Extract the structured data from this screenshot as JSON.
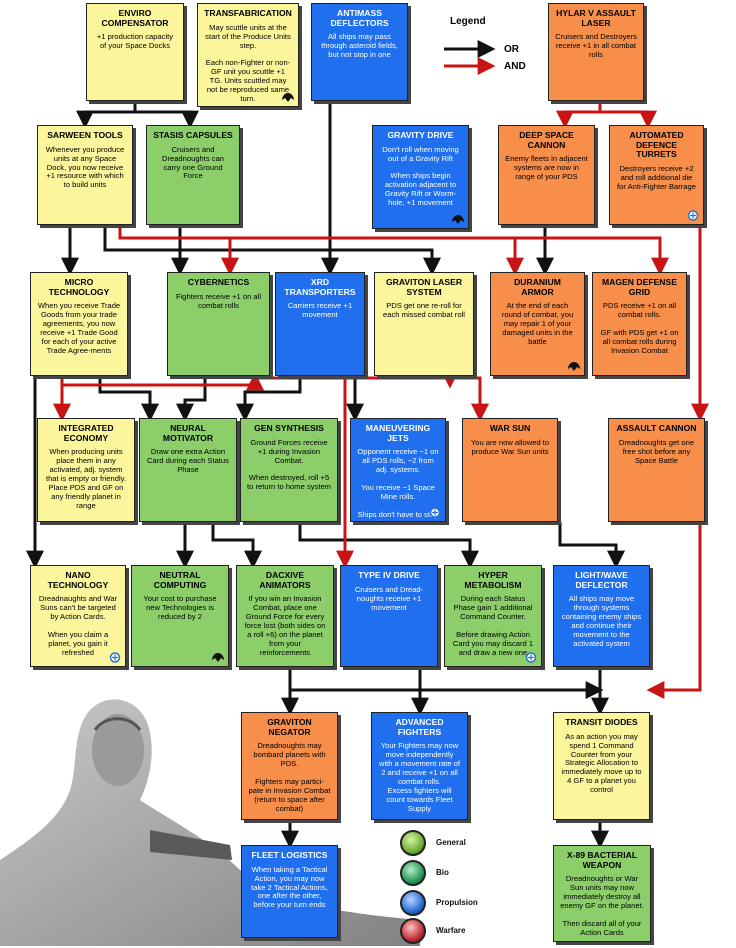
{
  "legend": {
    "title": "Legend",
    "or_label": "OR",
    "and_label": "AND"
  },
  "nodes": {
    "enviro": {
      "title": "ENVIRO COMPENSATOR",
      "body": "+1 production capacity of your Space Docks"
    },
    "transfab": {
      "title": "TRANSFABRICATION",
      "body": "May scuttle units at the start of the Produce Units step.\n\nEach non-Fighter or non-GF unit you scuttle +1 TG. Units scuttled may not be reproduced same turn."
    },
    "antimass": {
      "title": "ANTIMASS DEFLECTORS",
      "body": "All ships may pass through asteroid fields, but not stop in one"
    },
    "hylar": {
      "title": "HYLAR V ASSAULT LASER",
      "body": "Cruisers and Destroyers receive +1 in all combat rolls"
    },
    "sarween": {
      "title": "SARWEEN TOOLS",
      "body": "Whenever you produce units at any Space Dock, you now receive +1 resource with which to build units"
    },
    "stasis": {
      "title": "STASIS CAPSULES",
      "body": "Cruisers and Dreadnoughts can carry one Ground Force"
    },
    "gravdrive": {
      "title": "GRAVITY DRIVE",
      "body": "Don't roll when moving out of a Gravity Rift\n\nWhen ships begin activation adjacent to Gravity Rift or Worm-hole, +1 movement"
    },
    "deepspace": {
      "title": "DEEP SPACE CANNON",
      "body": "Enemy fleets in adjacent systems are now in range of your PDS"
    },
    "autoturrets": {
      "title": "AUTOMATED DEFENCE TURRETS",
      "body": "Destroyers receive +2 and roll additional die for Anti-Fighter Barrage"
    },
    "micro": {
      "title": "MICRO TECHNOLOGY",
      "body": "When you receive Trade Goods from your trade agreements, you now receive +1 Trade Good for each of your active Trade Agree-ments"
    },
    "cyber": {
      "title": "CYBERNETICS",
      "body": "Fighters receive +1 on all combat rolls"
    },
    "xrd": {
      "title": "XRD TRANSPORTERS",
      "body": "Carriers receive +1 movement"
    },
    "gravlaser": {
      "title": "GRAVITON LASER SYSTEM",
      "body": "PDS get one re-roll for each missed combat roll"
    },
    "duranium": {
      "title": "DURANIUM ARMOR",
      "body": "At the end of each round of combat, you may repair 1 of your damaged units in the battle"
    },
    "magen": {
      "title": "MAGEN DEFENSE GRID",
      "body": "PDS receive +1 on all combat rolls.\n\nGF with PDS get +1 on all combat rolls during Invasion Combat"
    },
    "integrated": {
      "title": "INTEGRATED ECONOMY",
      "body": "When producing units place them in any activated, adj. system that is empty or friendly. Place PDS and GF on any friendly planet in range"
    },
    "neural": {
      "title": "NEURAL MOTIVATOR",
      "body": "Draw one extra Action Card during each Status Phase"
    },
    "gensynth": {
      "title": "GEN SYNTHESIS",
      "body": "Ground Forces receive +1 during Invasion Combat.\n\nWhen destroyed, roll +5 to return to home system"
    },
    "maneuver": {
      "title": "MANEUVERING JETS",
      "body": "Opponent receive −1 on all PDS rolls, −2 from adj. systems.\n\nYou receive −1 Space Mine rolls.\n\nShips don't have to stop in Ion Storm"
    },
    "warsun": {
      "title": "WAR SUN",
      "body": "You are now allowed to produce War Sun units"
    },
    "assaultcan": {
      "title": "ASSAULT CANNON",
      "body": "Dreadnoughts get one free shot before any Space Battle"
    },
    "nano": {
      "title": "NANO TECHNOLOGY",
      "body": "Dreadnaughts and War Suns can't be targeted by Action Cards.\n\nWhen you claim a planet, you gain it refreshed"
    },
    "neutral": {
      "title": "NEUTRAL COMPUTING",
      "body": "Your cost to purchase new Technologies is reduced by 2"
    },
    "dacxive": {
      "title": "DACXIVE ANIMATORS",
      "body": "If you win an Invasion Combat, place one Ground Force for every force lost (both sides on a roll +6) on the planet from your reinforcements"
    },
    "type4": {
      "title": "TYPE IV DRIVE",
      "body": "Cruisers and Dread-noughts receive +1 movement"
    },
    "hyper": {
      "title": "HYPER METABOLISM",
      "body": "During each Status Phase gain 1 additional Command Counter.\n\nBefore drawing Action Card you may discard 1 and draw a new one"
    },
    "lightwave": {
      "title": "LIGHT/WAVE DEFLECTOR",
      "body": "All ships may move through systems containing enemy ships and continue their movement to the activated system"
    },
    "gravneg": {
      "title": "GRAVITON NEGATOR",
      "body": "Dreadnoughts may bombard planets with PDS.\n\nFighters may partici-pate in Invasion Combat (return to space after combat)"
    },
    "advfighters": {
      "title": "ADVANCED FIGHTERS",
      "body": "Your Fighters may now move independently with a movement rate of 2 and receive +1 on all combat rolls.\nExcess fighters will count towards Fleet Supply"
    },
    "transit": {
      "title": "TRANSIT DIODES",
      "body": "As an action you may spend 1 Command Counter from your Strategic Allocation to immediately move up to 4 GF to a planet you control"
    },
    "fleetlog": {
      "title": "FLEET LOGISTICS",
      "body": "When taking a Tactical Action, you may now take 2 Tactical Actions, one after the other, before your turn ends"
    },
    "x89": {
      "title": "X-89 BACTERIAL WEAPON",
      "body": "Dreadnoughts or War Sun units may now immediately destroy all enemy GF on the planet.\n\nThen discard all of your Action Cards"
    }
  },
  "categories": [
    {
      "label": "General",
      "color": "#6fb23a"
    },
    {
      "label": "Bio",
      "color": "#2a9a5c"
    },
    {
      "label": "Propulsion",
      "color": "#2c6fd8"
    },
    {
      "label": "Warfare",
      "color": "#c0303a"
    }
  ],
  "colors": {
    "or": "#111111",
    "and": "#c81414"
  }
}
